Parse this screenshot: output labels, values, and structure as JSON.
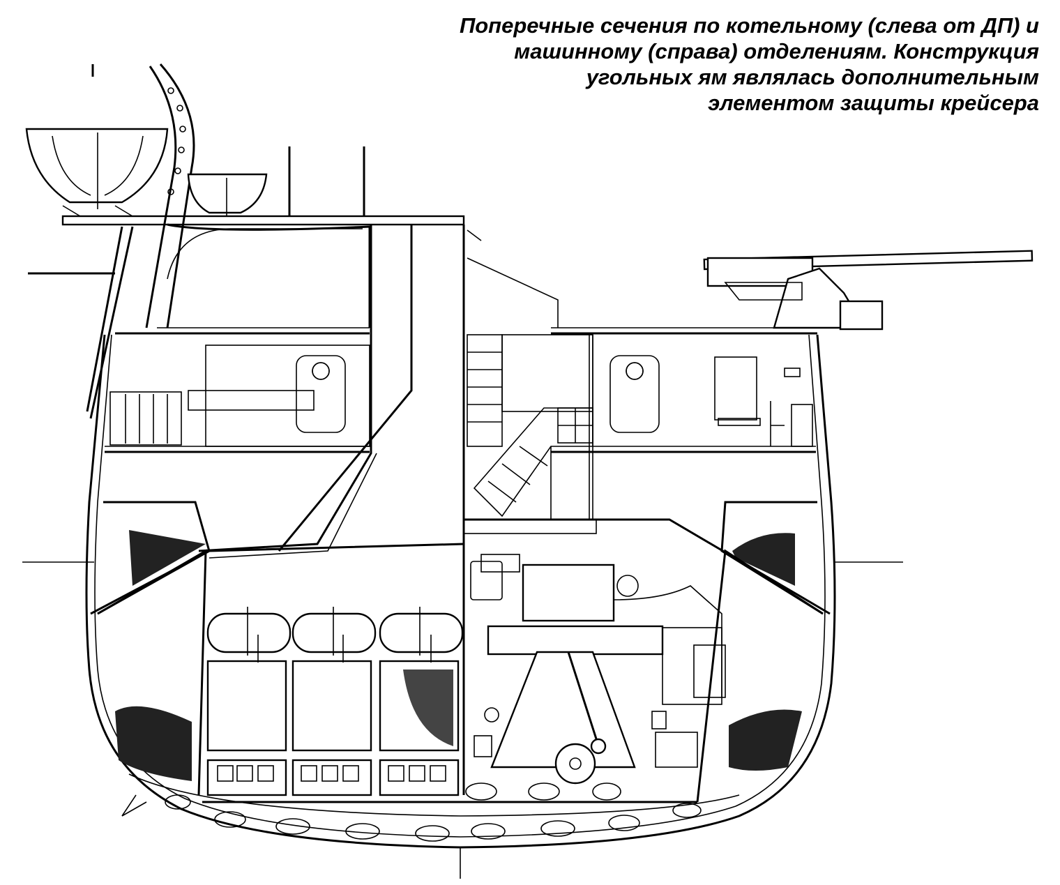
{
  "caption": {
    "lines": [
      "Поперечные сечения по котельному (слева от ДП) и",
      "машинному (справа) отделениям. Конструкция",
      "угольных ям являлась дополнительным",
      "элементом защиты крейсера"
    ]
  },
  "colors": {
    "ink": "#000000",
    "paper": "#ffffff"
  }
}
